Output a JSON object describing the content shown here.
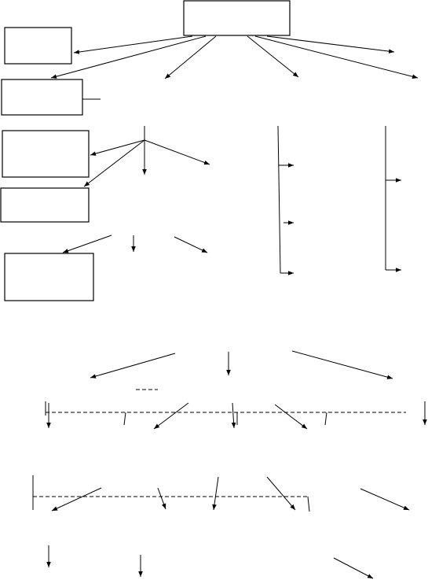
{
  "diagram": {
    "kind": "flowchart-skeleton",
    "boxes": [
      {
        "id": "root",
        "text": ""
      },
      {
        "id": "left-1",
        "text": ""
      },
      {
        "id": "left-2",
        "text": ""
      },
      {
        "id": "left-3",
        "text": ""
      },
      {
        "id": "left-4",
        "text": ""
      },
      {
        "id": "left-5",
        "text": ""
      }
    ],
    "has_text_labels": false,
    "line_color": "#000000",
    "background": "#ffffff"
  }
}
